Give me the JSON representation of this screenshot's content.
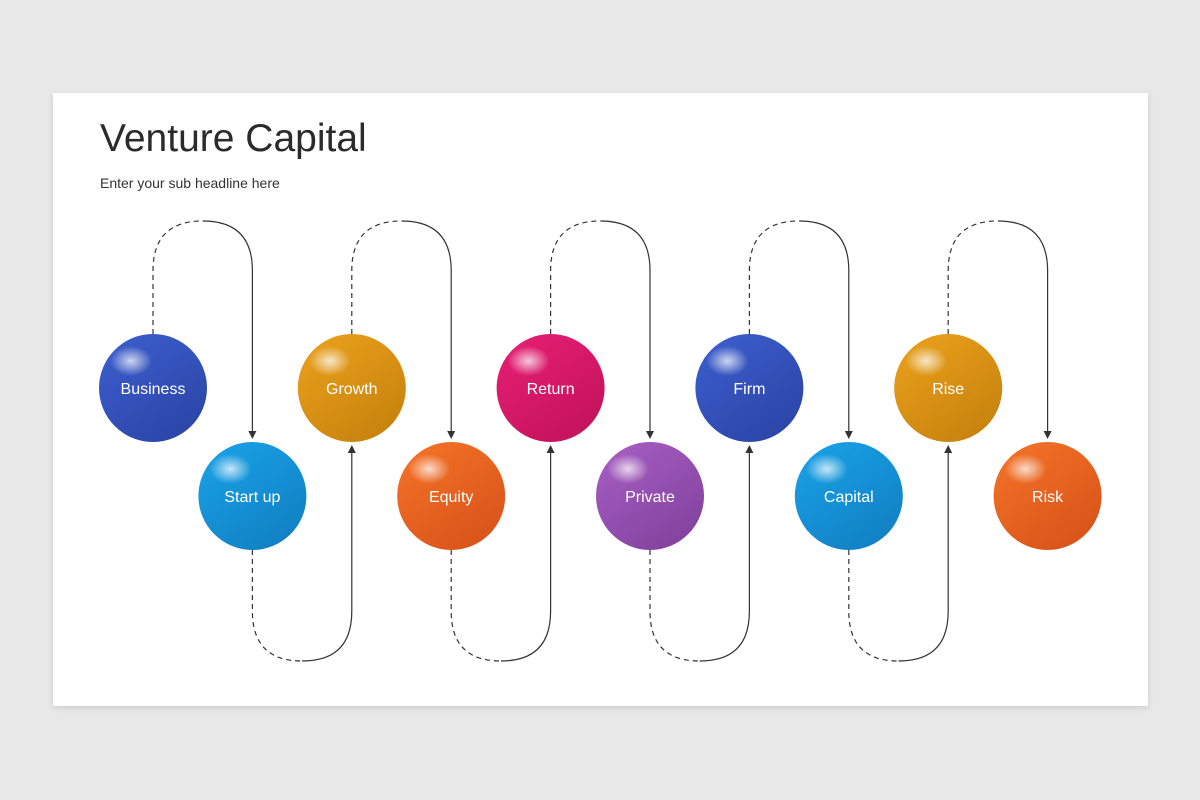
{
  "header": {
    "title": "Venture Capital",
    "subtitle": "Enter your sub headline here"
  },
  "nodes": [
    {
      "label": "Business",
      "row": "top",
      "color": "#3d5fcf",
      "color_dark": "#2c46a8"
    },
    {
      "label": "Start up",
      "row": "bottom",
      "color": "#1aa3e8",
      "color_dark": "#1181c4"
    },
    {
      "label": "Growth",
      "row": "top",
      "color": "#eba21c",
      "color_dark": "#c8830e"
    },
    {
      "label": "Equity",
      "row": "bottom",
      "color": "#f57428",
      "color_dark": "#d9541a"
    },
    {
      "label": "Return",
      "row": "top",
      "color": "#e81f76",
      "color_dark": "#c4135c"
    },
    {
      "label": "Private",
      "row": "bottom",
      "color": "#a85fc4",
      "color_dark": "#84439f"
    },
    {
      "label": "Firm",
      "row": "top",
      "color": "#3d5fcf",
      "color_dark": "#2c46a8"
    },
    {
      "label": "Capital",
      "row": "bottom",
      "color": "#1aa3e8",
      "color_dark": "#1181c4"
    },
    {
      "label": "Rise",
      "row": "top",
      "color": "#eba21c",
      "color_dark": "#c8830e"
    },
    {
      "label": "Risk",
      "row": "bottom",
      "color": "#f57428",
      "color_dark": "#d9541a"
    }
  ]
}
